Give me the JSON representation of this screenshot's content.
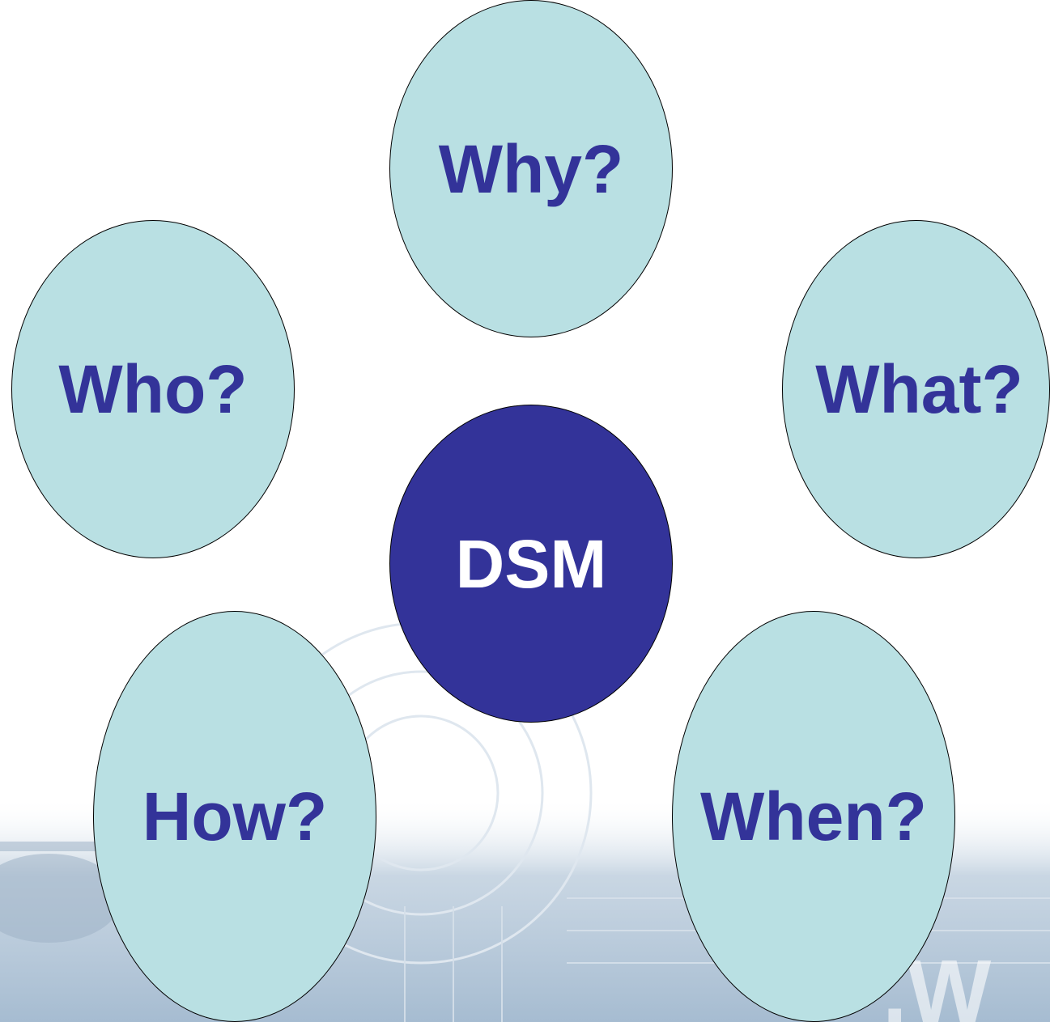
{
  "diagram": {
    "center": {
      "label": "DSM"
    },
    "nodes": [
      {
        "id": "why",
        "label": "Why?"
      },
      {
        "id": "who",
        "label": "Who?"
      },
      {
        "id": "what",
        "label": "What?"
      },
      {
        "id": "how",
        "label": "How?"
      },
      {
        "id": "when",
        "label": "When?"
      }
    ]
  },
  "colors": {
    "node_fill": "#b9e0e3",
    "center_fill": "#333399",
    "node_text": "#333399",
    "center_text": "#ffffff",
    "outline": "#000000",
    "background_band": "#a9bfd3"
  }
}
